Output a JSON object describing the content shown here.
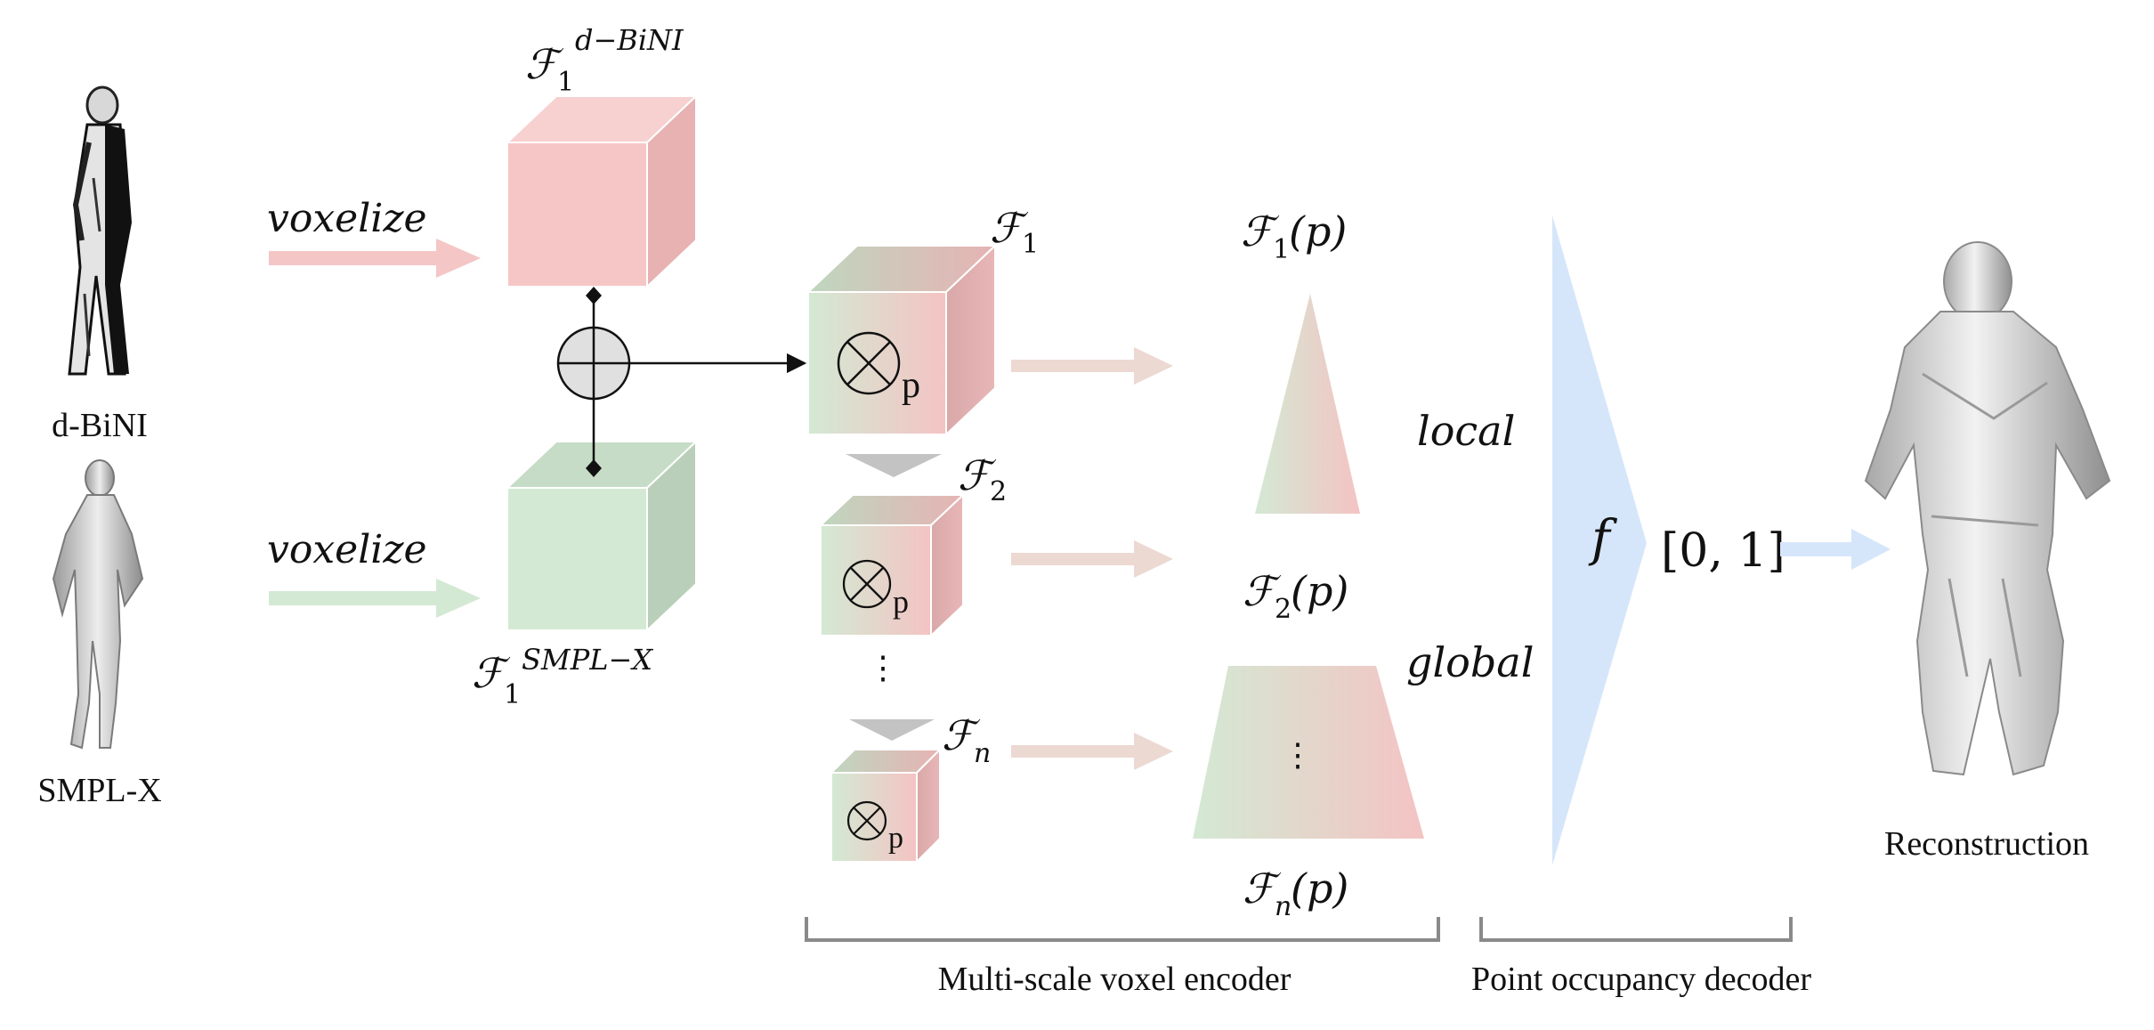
{
  "inputs": {
    "dbini_label": "d-BiNI",
    "smplx_label": "SMPL-X",
    "voxelize_top": "voxelize",
    "voxelize_bottom": "voxelize"
  },
  "volumes": {
    "dbini_feature": "ℱ",
    "dbini_sub": "1",
    "dbini_sup": "d−BiNI",
    "smplx_feature": "ℱ",
    "smplx_sub": "1",
    "smplx_sup": "SMPL−X"
  },
  "encoder": {
    "f1": "ℱ",
    "f1_sub": "1",
    "f2": "ℱ",
    "f2_sub": "2",
    "fn": "ℱ",
    "fn_sub": "n",
    "p_label_1": "p",
    "p_label_2": "p",
    "p_label_3": "p",
    "vdots": "⋮"
  },
  "features": {
    "f1p": "ℱ",
    "f1p_sub": "1",
    "f1p_arg": "(p)",
    "f2p": "ℱ",
    "f2p_sub": "2",
    "f2p_arg": "(p)",
    "fnp": "ℱ",
    "fnp_sub": "n",
    "fnp_arg": "(p)",
    "local": "local",
    "global": "global",
    "vdots": "⋮"
  },
  "decoder": {
    "f": "f",
    "range": "[0, 1]"
  },
  "output": {
    "label": "Reconstruction"
  },
  "sections": {
    "encoder": "Multi-scale voxel encoder",
    "decoder": "Point occupancy decoder"
  },
  "colors": {
    "pink": "#f4c6c6",
    "green": "#d3e9d3",
    "blue": "#d6e6fa",
    "gray": "#8a8a8a"
  }
}
